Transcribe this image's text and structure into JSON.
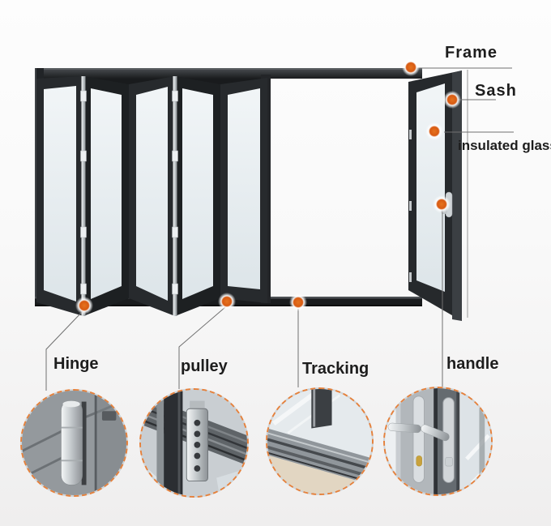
{
  "diagram": {
    "labels": {
      "frame": "Frame",
      "sash": "Sash",
      "insulated_glass": "insulated glass",
      "hinge": "Hinge",
      "pulley": "pulley",
      "tracking": "Tracking",
      "handle": "handle"
    },
    "colors": {
      "marker_orange": "#db5e15",
      "callout_border_orange": "#e5813c",
      "leader_line": "#707070",
      "label_text": "#1d1d1d",
      "door_frame_dark": "#26292c",
      "glass_light": "#e9eef1"
    }
  }
}
